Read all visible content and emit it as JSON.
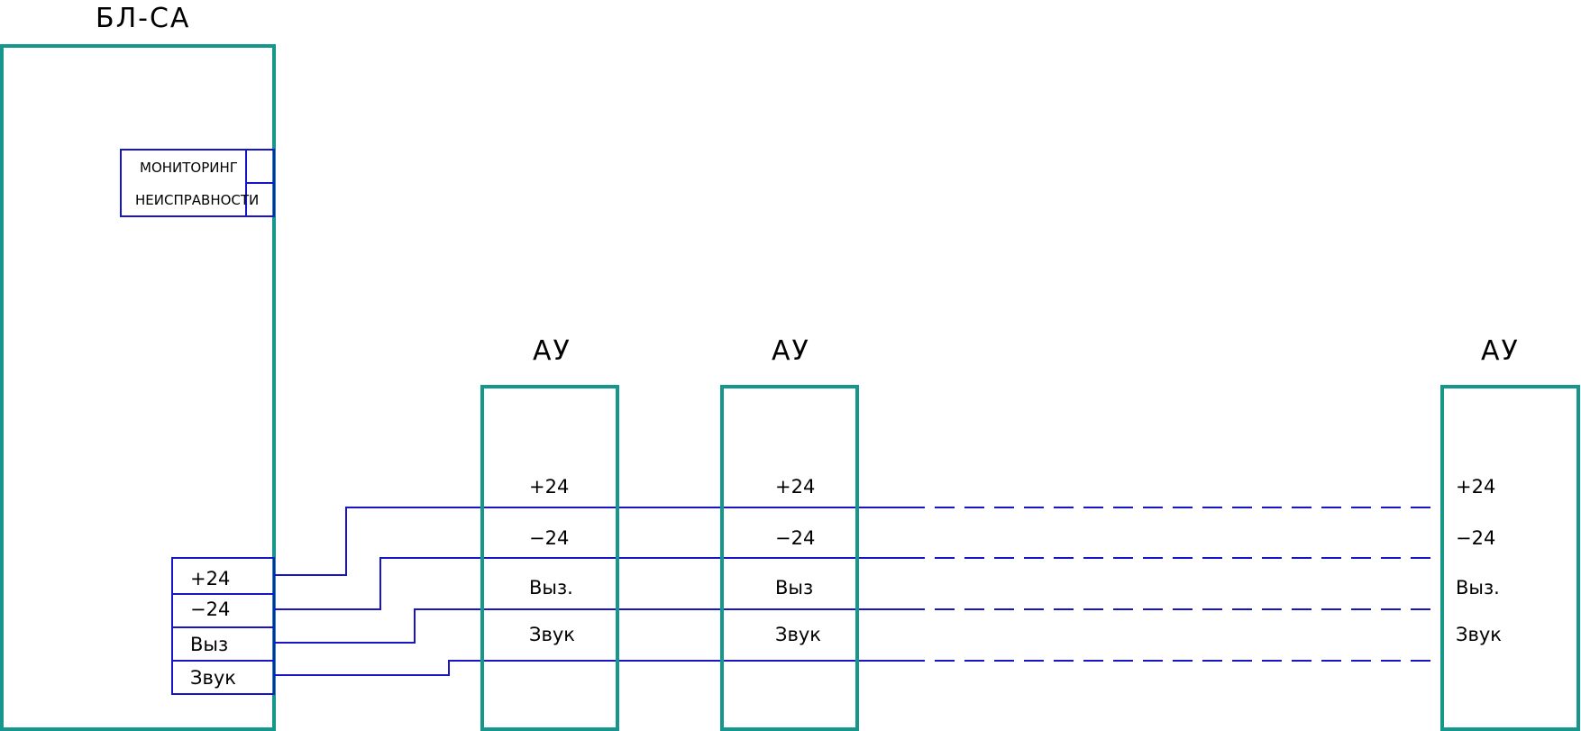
{
  "colors": {
    "block_outline": "#16978e",
    "wire": "#1616c8",
    "text": "#000000"
  },
  "main_block": {
    "title": "БЛ-СА",
    "monitor_label_1": "МОНИТОРИНГ",
    "monitor_label_2": "НЕИСПРАВНОСТИ",
    "pins": [
      "+24",
      "−24",
      "Выз",
      "Звук"
    ]
  },
  "devices": [
    {
      "title": "АУ",
      "pins": [
        "+24",
        "−24",
        "Выз.",
        "Звук"
      ]
    },
    {
      "title": "АУ",
      "pins": [
        "+24",
        "−24",
        "Выз",
        "Звук"
      ]
    },
    {
      "title": "АУ",
      "pins": [
        "+24",
        "−24",
        "Выз.",
        "Звук"
      ]
    }
  ]
}
